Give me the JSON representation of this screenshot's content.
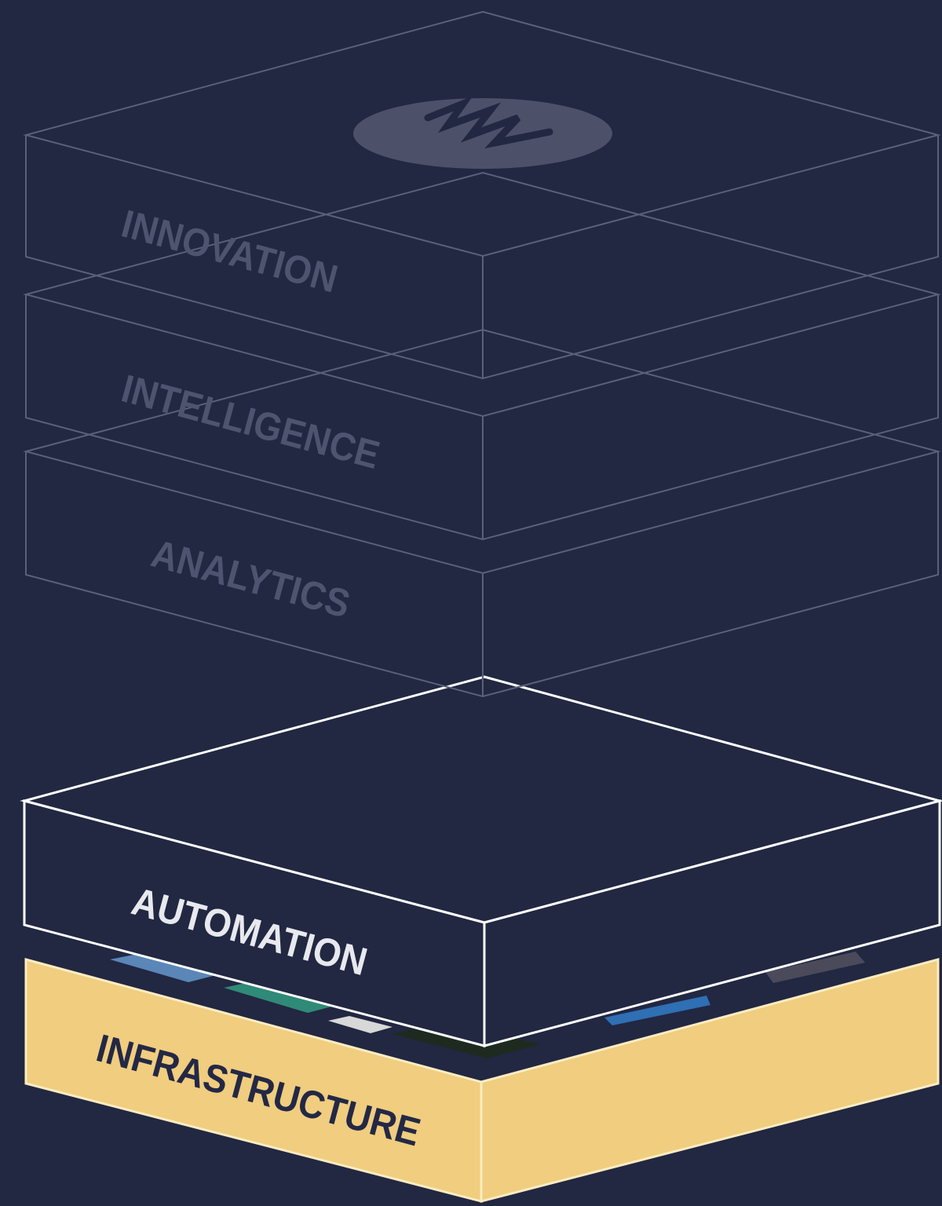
{
  "layers": {
    "innovation": {
      "label": "INNOVATION"
    },
    "intelligence": {
      "label": "INTELLIGENCE"
    },
    "analytics": {
      "label": "ANALYTICS"
    },
    "automation": {
      "label": "AUTOMATION"
    },
    "infrastructure": {
      "label": "INFRASTRUCTURE"
    }
  },
  "logo": {
    "icon": "zigzag-logo-icon"
  },
  "colors": {
    "background": "#222742",
    "ghost_line": "#5b6079",
    "ghost_text": "#4e5470",
    "automation_line": "#ffffff",
    "automation_text": "#e8e9ee",
    "infrastructure_fill": "#f0cd7f",
    "infrastructure_text": "#232845",
    "logo_fill": "#4c5169"
  }
}
